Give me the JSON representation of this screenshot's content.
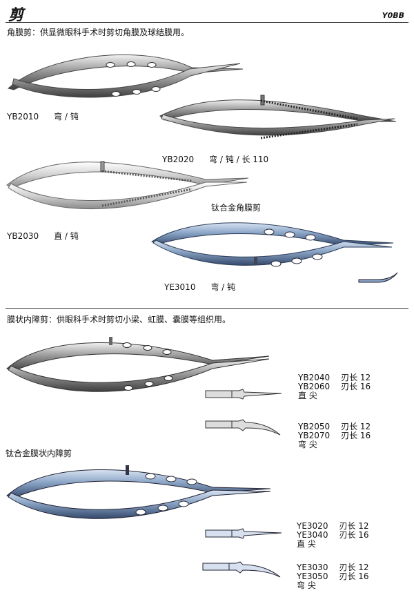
{
  "header": {
    "title": "剪",
    "code": "Y0BB"
  },
  "section1": {
    "heading": "角膜剪：供显微眼科手术时剪切角膜及球结膜用。",
    "items": [
      {
        "model": "YB2010",
        "desc": "弯 / 钝"
      },
      {
        "model": "YB2020",
        "desc": "弯 / 钝 / 长 110"
      },
      {
        "model": "YB2030",
        "desc": "直 / 钝"
      },
      {
        "model": "YE3010",
        "desc": "弯 / 钝"
      }
    ],
    "titanium_label": "钛合金角膜剪"
  },
  "section2": {
    "heading": "膜状内障剪：供眼科手术时剪切小梁、虹膜、囊膜等组织用。",
    "titanium_label": "钛合金膜状内障剪",
    "specs": [
      {
        "rows": [
          {
            "model": "YB2040",
            "len": "刃长 12"
          },
          {
            "model": "YB2060",
            "len": "刃长 16"
          }
        ],
        "note": "直 尖"
      },
      {
        "rows": [
          {
            "model": "YB2050",
            "len": "刃长 12"
          },
          {
            "model": "YB2070",
            "len": "刃长 16"
          }
        ],
        "note": "弯 尖"
      },
      {
        "rows": [
          {
            "model": "YE3020",
            "len": "刃长 12"
          },
          {
            "model": "YE3040",
            "len": "刃长 16"
          }
        ],
        "note": "直 尖"
      },
      {
        "rows": [
          {
            "model": "YE3030",
            "len": "刃长 12"
          },
          {
            "model": "YE3050",
            "len": "刃长 16"
          }
        ],
        "note": "弯 尖"
      }
    ]
  },
  "colors": {
    "steel_dark": "#555555",
    "steel_light": "#dcdcdc",
    "titanium": "#8fa8c8",
    "titanium_dark": "#3c5070"
  }
}
